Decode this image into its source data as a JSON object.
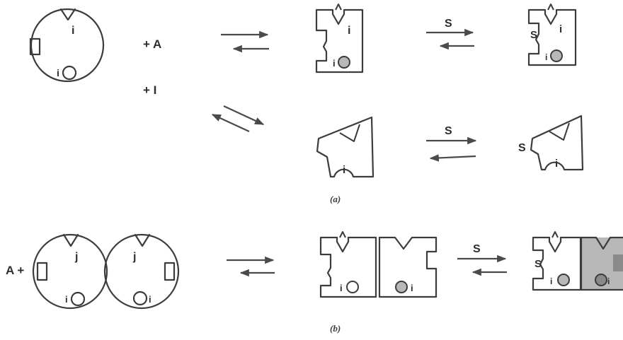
{
  "labels": {
    "plus_a": "+ A",
    "plus_i": "+ I",
    "plus_a_b": "A +",
    "site_i": "i",
    "site_j": "j",
    "substrate": "S"
  },
  "captions": {
    "a": "(a)",
    "b": "(b)"
  }
}
